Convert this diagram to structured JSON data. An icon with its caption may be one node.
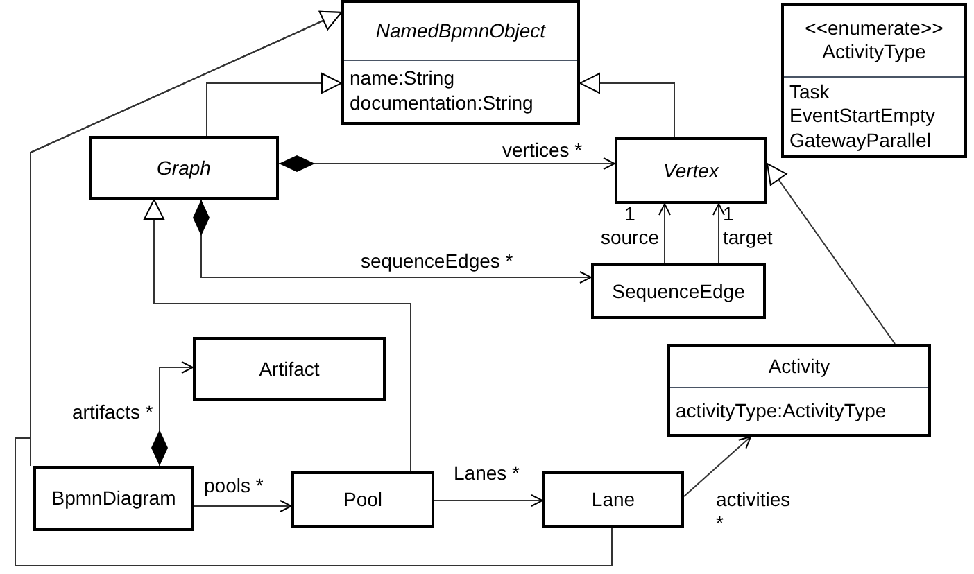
{
  "diagram": {
    "nodes": [
      {
        "text": [
          "NamedBpmnObject",
          "name:String documentation:String"
        ]
      },
      {
        "text": [
          "<<enumerate>> ActivityType",
          "Task EventStartEmpty GatewayParallel"
        ]
      },
      {
        "text": [
          "Graph"
        ]
      },
      {
        "text": [
          "Vertex"
        ]
      },
      {
        "text": [
          "SequenceEdge"
        ]
      },
      {
        "text": [
          "Artifact"
        ]
      },
      {
        "text": [
          "Activity",
          "activityType:ActivityType"
        ]
      },
      {
        "text": [
          "BpmnDiagram"
        ]
      },
      {
        "text": [
          "Pool"
        ]
      },
      {
        "text": [
          "Lane"
        ]
      }
    ],
    "edges": [
      {
        "from": 2,
        "to": 0,
        "arrow": "to"
      },
      {
        "from": 3,
        "to": 0,
        "arrow": "to"
      },
      {
        "from": 2,
        "to": 3,
        "arrow": "to",
        "label": "vertices *"
      },
      {
        "from": 2,
        "to": 4,
        "arrow": "to",
        "label": "sequenceEdges *"
      },
      {
        "from": 4,
        "to": 3,
        "arrow": "to",
        "label": "1 source"
      },
      {
        "from": 4,
        "to": 3,
        "arrow": "to",
        "label": "1 target"
      },
      {
        "from": 6,
        "to": 3,
        "arrow": "to"
      },
      {
        "from": 7,
        "to": 0,
        "arrow": "to"
      },
      {
        "from": 8,
        "to": 2,
        "arrow": "to"
      },
      {
        "from": 9,
        "to": 0,
        "arrow": "to"
      },
      {
        "from": 7,
        "to": 5,
        "arrow": "to",
        "label": "artifacts *"
      },
      {
        "from": 7,
        "to": 8,
        "arrow": "to",
        "label": "pools *"
      },
      {
        "from": 8,
        "to": 9,
        "arrow": "to",
        "label": "Lanes *"
      },
      {
        "from": 9,
        "to": 6,
        "arrow": "to",
        "label": "activities *"
      }
    ]
  }
}
